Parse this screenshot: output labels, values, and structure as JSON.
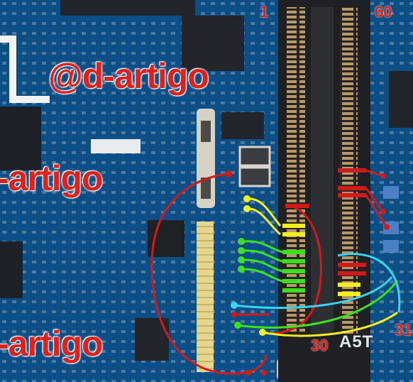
{
  "watermark": {
    "top": "@d-artigo",
    "middle": "-artigo",
    "bottom": "-artigo"
  },
  "pin_labels": {
    "first": "1",
    "sixty": "60",
    "thirty": "30",
    "thirty_one": "31"
  },
  "silkscreen": {
    "component": "A5T"
  },
  "colors": {
    "board": "#0c4f86",
    "label_red": "#e0201d",
    "trace_red": "#d21a1a",
    "trace_yellow": "#f3ef1c",
    "trace_green": "#3ce11a",
    "trace_cyan": "#37d6f0"
  }
}
